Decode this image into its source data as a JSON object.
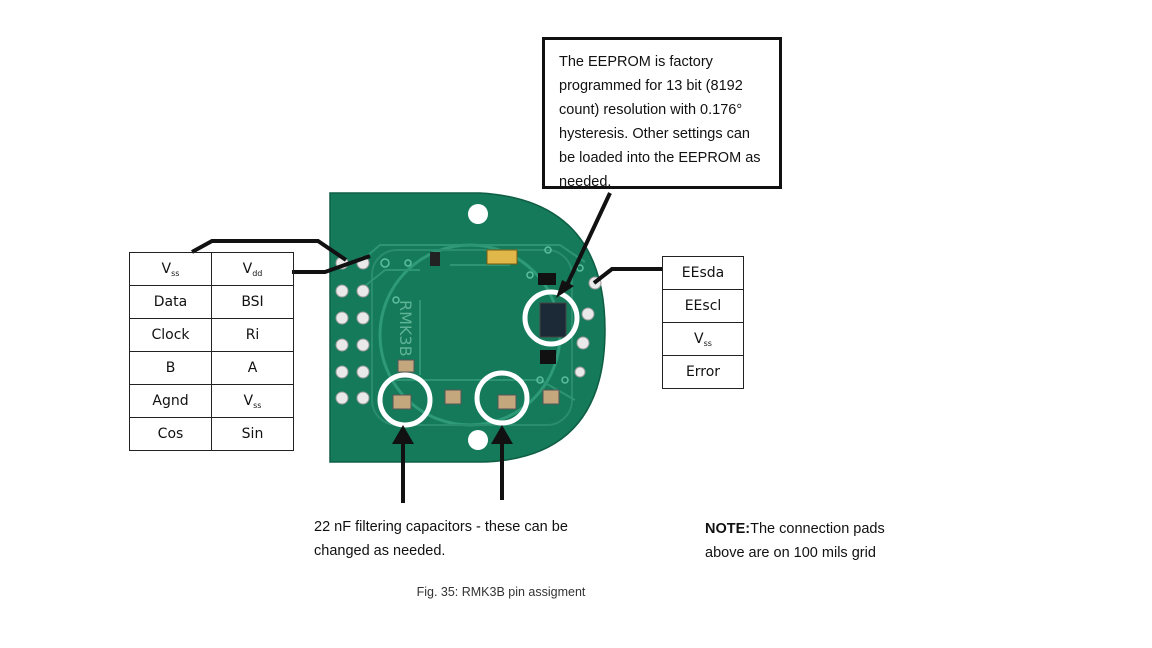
{
  "eeprom_note": "The EEPROM is factory programmed for 13 bit (8192 count) resolution with 0.176° hysteresis. Other settings can be loaded into the EEPROM as needed.",
  "board_label": "RMK3B",
  "left_pins": [
    {
      "left": "V",
      "left_sub": "ss",
      "right": "V",
      "right_sub": "dd"
    },
    {
      "left": "Data",
      "left_sub": "",
      "right": "BSI",
      "right_sub": ""
    },
    {
      "left": "Clock",
      "left_sub": "",
      "right": "Ri",
      "right_sub": ""
    },
    {
      "left": "B",
      "left_sub": "",
      "right": "A",
      "right_sub": ""
    },
    {
      "left": "Agnd",
      "left_sub": "",
      "right": "V",
      "right_sub": "ss"
    },
    {
      "left": "Cos",
      "left_sub": "",
      "right": "Sin",
      "right_sub": ""
    }
  ],
  "right_pins": [
    {
      "label": "EEsda",
      "sub": ""
    },
    {
      "label": "EEscl",
      "sub": ""
    },
    {
      "label": "V",
      "sub": "ss"
    },
    {
      "label": "Error",
      "sub": ""
    }
  ],
  "capacitor_note": "22 nF filtering capacitors  -  these can be changed as needed.",
  "grid_note_bold": "NOTE:",
  "grid_note_text": "The connection pads above are on 100 mils grid",
  "caption": "Fig. 35: RMK3B pin assigment",
  "colors": {
    "pcb": "#167a5b",
    "pcb_dark": "#0f5f46",
    "trace": "#2c9272",
    "pad": "#e8e8e8",
    "line": "#111111"
  }
}
